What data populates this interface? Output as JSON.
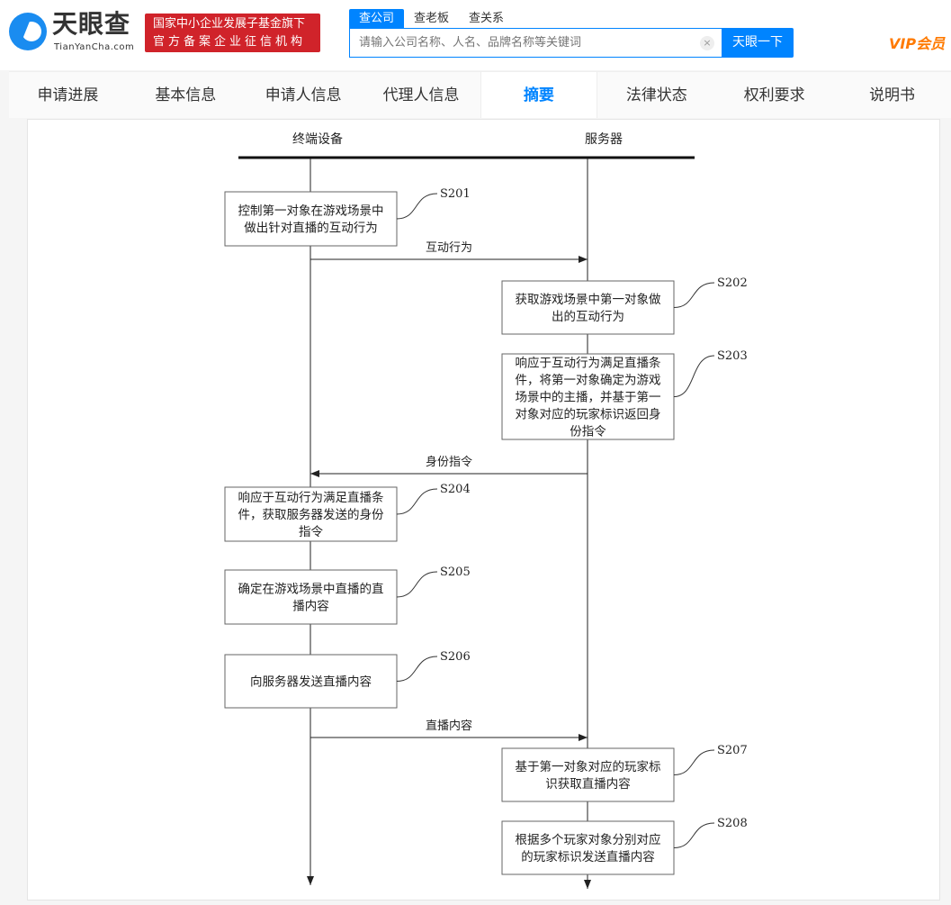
{
  "header": {
    "logo_cn": "天眼查",
    "logo_en": "TianYanCha.com",
    "badge_line1": "国家中小企业发展子基金旗下",
    "badge_line2": "官方备案企业征信机构",
    "search_tabs": [
      "查公司",
      "查老板",
      "查关系"
    ],
    "search_placeholder": "请输入公司名称、人名、品牌名称等关键词",
    "search_button": "天眼一下",
    "vip": "VIP会员"
  },
  "nav": {
    "items": [
      "申请进展",
      "基本信息",
      "申请人信息",
      "代理人信息",
      "摘要",
      "法律状态",
      "权利要求",
      "说明书"
    ],
    "active": 4
  },
  "diagram": {
    "lanes": [
      "终端设备",
      "服务器"
    ],
    "messages": [
      "互动行为",
      "身份指令",
      "直播内容"
    ],
    "steps": [
      {
        "id": "S201",
        "lines": [
          "控制第一对象在游戏场景中",
          "做出针对直播的互动行为"
        ]
      },
      {
        "id": "S202",
        "lines": [
          "获取游戏场景中第一对象做",
          "出的互动行为"
        ]
      },
      {
        "id": "S203",
        "lines": [
          "响应于互动行为满足直播条",
          "件，将第一对象确定为游戏",
          "场景中的主播，并基于第一",
          "对象对应的玩家标识返回身",
          "份指令"
        ]
      },
      {
        "id": "S204",
        "lines": [
          "响应于互动行为满足直播条",
          "件，获取服务器发送的身份",
          "指令"
        ]
      },
      {
        "id": "S205",
        "lines": [
          "确定在游戏场景中直播的直",
          "播内容"
        ]
      },
      {
        "id": "S206",
        "lines": [
          "向服务器发送直播内容"
        ]
      },
      {
        "id": "S207",
        "lines": [
          "基于第一对象对应的玩家标",
          "识获取直播内容"
        ]
      },
      {
        "id": "S208",
        "lines": [
          "根据多个玩家对象分别对应",
          "的玩家标识发送直播内容"
        ]
      }
    ]
  }
}
